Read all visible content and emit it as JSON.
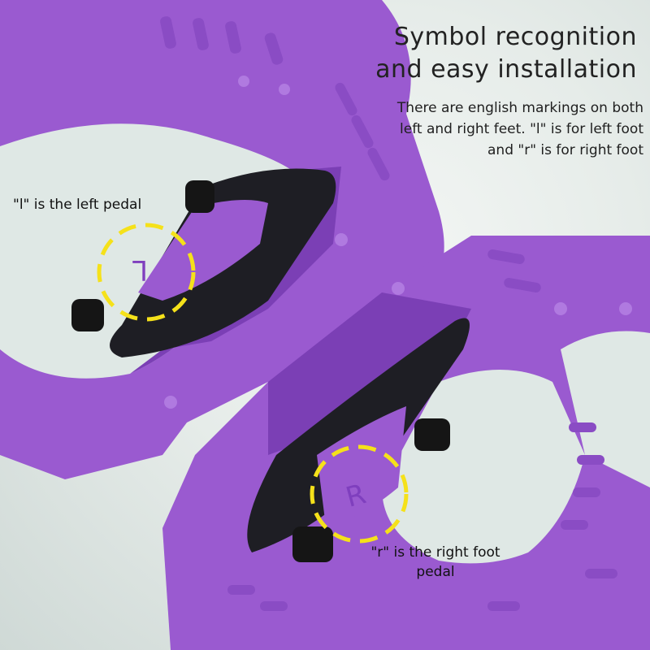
{
  "heading": {
    "line1": "Symbol recognition",
    "line2": "and easy installation"
  },
  "description": "There are english markings on both left and right feet. \"l\" is for left foot and \"r\" is for right foot",
  "callouts": {
    "left": "\"l\" is the left pedal",
    "right": "\"r\" is the right foot pedal"
  },
  "markings": {
    "left": "L",
    "right": "R"
  },
  "colors": {
    "pedal_purple": "#9a5ad0",
    "pedal_shadow": "#7b3fb5",
    "cleat_black": "#1e1e24",
    "highlight_circle": "#f5e11a",
    "background": "#e6ece9"
  }
}
